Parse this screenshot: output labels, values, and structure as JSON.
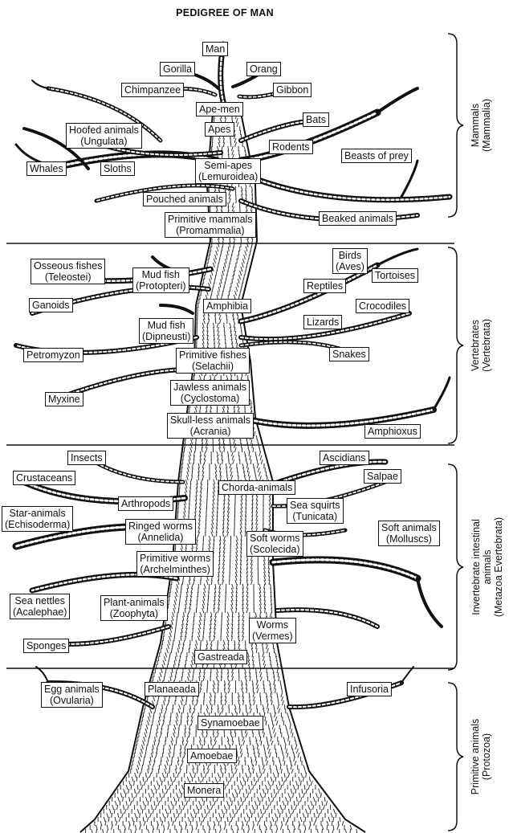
{
  "title": "PEDIGREE OF MAN",
  "labels": {
    "man": [
      "Man"
    ],
    "gorilla": [
      "Gorilla"
    ],
    "orang": [
      "Orang"
    ],
    "chimpanzee": [
      "Chimpanzee"
    ],
    "gibbon": [
      "Gibbon"
    ],
    "ape_men": [
      "Ape-men"
    ],
    "apes": [
      "Apes"
    ],
    "bats": [
      "Bats"
    ],
    "hoofed": [
      "Hoofed animals",
      "(Ungulata)"
    ],
    "rodents": [
      "Rodents"
    ],
    "beasts_of_prey": [
      "Beasts of prey"
    ],
    "whales": [
      "Whales"
    ],
    "sloths": [
      "Sloths"
    ],
    "semi_apes": [
      "Semi-apes",
      "(Lemuroidea)"
    ],
    "pouched": [
      "Pouched animals"
    ],
    "primitive_mammals": [
      "Primitive mammals",
      "(Promammalia)"
    ],
    "beaked": [
      "Beaked animals"
    ],
    "osseous": [
      "Osseous fishes",
      "(Teleostei)"
    ],
    "mudfish_protopteri": [
      "Mud fish",
      "(Protopteri)"
    ],
    "birds": [
      "Birds",
      "(Aves)"
    ],
    "tortoises": [
      "Tortoises"
    ],
    "reptiles": [
      "Reptiles"
    ],
    "ganoids": [
      "Ganoids"
    ],
    "amphibia": [
      "Amphibia"
    ],
    "crocodiles": [
      "Crocodiles"
    ],
    "lizards": [
      "Lizards"
    ],
    "mudfish_dipneusti": [
      "Mud fish",
      "(Dipneusti)"
    ],
    "petromyzon": [
      "Petromyzon"
    ],
    "primitive_fishes": [
      "Primitive fishes",
      "(Selachii)"
    ],
    "snakes": [
      "Snakes"
    ],
    "myxine": [
      "Myxine"
    ],
    "jawless": [
      "Jawless animals",
      "(Cyclostoma)"
    ],
    "skull_less": [
      "Skull-less animals",
      "(Acrania)"
    ],
    "amphioxus": [
      "Amphioxus"
    ],
    "insects": [
      "Insects"
    ],
    "ascidians": [
      "Ascidians"
    ],
    "crustaceans": [
      "Crustaceans"
    ],
    "salpae": [
      "Salpae"
    ],
    "chorda": [
      "Chorda-animals"
    ],
    "arthropods": [
      "Arthropods"
    ],
    "sea_squirts": [
      "Sea squirts",
      "(Tunicata)"
    ],
    "star_animals": [
      "Star-animals",
      "(Echisoderma)"
    ],
    "ringed_worms": [
      "Ringed worms",
      "(Annelida)"
    ],
    "soft_worms": [
      "Soft worms",
      "(Scolecida)"
    ],
    "soft_animals": [
      "Soft animals",
      "(Molluscs)"
    ],
    "primitive_worms": [
      "Primitive worms",
      "(Archelminthes)"
    ],
    "sea_nettles": [
      "Sea nettles",
      "(Acalephae)"
    ],
    "plant_animals": [
      "Plant-animals",
      "(Zoophyta)"
    ],
    "worms": [
      "Worms",
      "(Vermes)"
    ],
    "sponges": [
      "Sponges"
    ],
    "gastreada": [
      "Gastreada"
    ],
    "egg_animals": [
      "Egg animals",
      "(Ovularia)"
    ],
    "planaeada": [
      "Planaeada"
    ],
    "infusoria": [
      "Infusoria"
    ],
    "synamoebae": [
      "Synamoebae"
    ],
    "amoebae": [
      "Amoebae"
    ],
    "monera": [
      "Monera"
    ]
  },
  "groups": {
    "mammals": [
      "Mammals",
      "(Mammalia)"
    ],
    "vertebrates": [
      "Vertebrates",
      "(Vertebrata)"
    ],
    "invertebrates": [
      "Invertebrate intestinal",
      "animals",
      "(Metazoa Evertebrata)"
    ],
    "protozoa": [
      "Primitive animals",
      "(Protozoa)"
    ]
  },
  "colors": {
    "ink": "#111111",
    "background": "#ffffff"
  }
}
